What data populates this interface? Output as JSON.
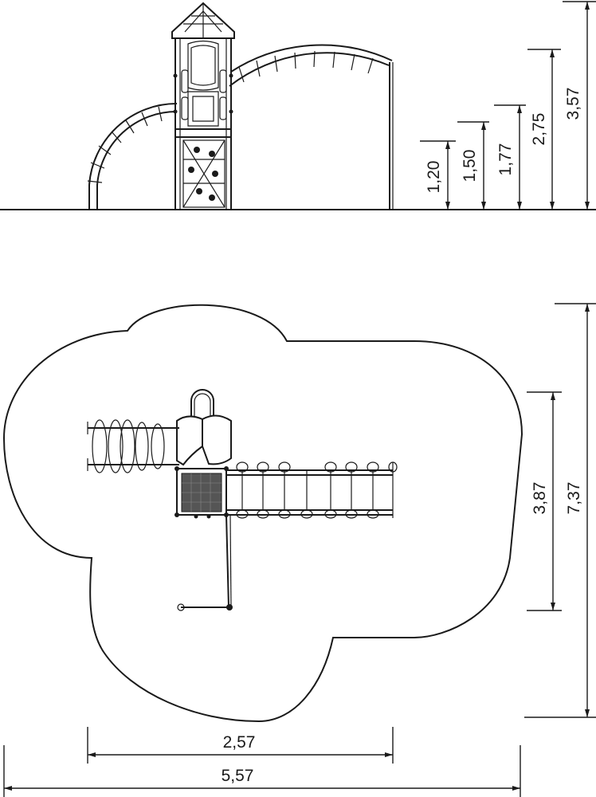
{
  "elevation": {
    "heights": {
      "h1": "1,20",
      "h2": "1,50",
      "h3": "1,77",
      "h4": "2,75",
      "h5": "3,57"
    }
  },
  "plan": {
    "width_inner": "2,57",
    "width_outer": "5,57",
    "depth_inner": "3,87",
    "depth_outer": "7,37"
  }
}
